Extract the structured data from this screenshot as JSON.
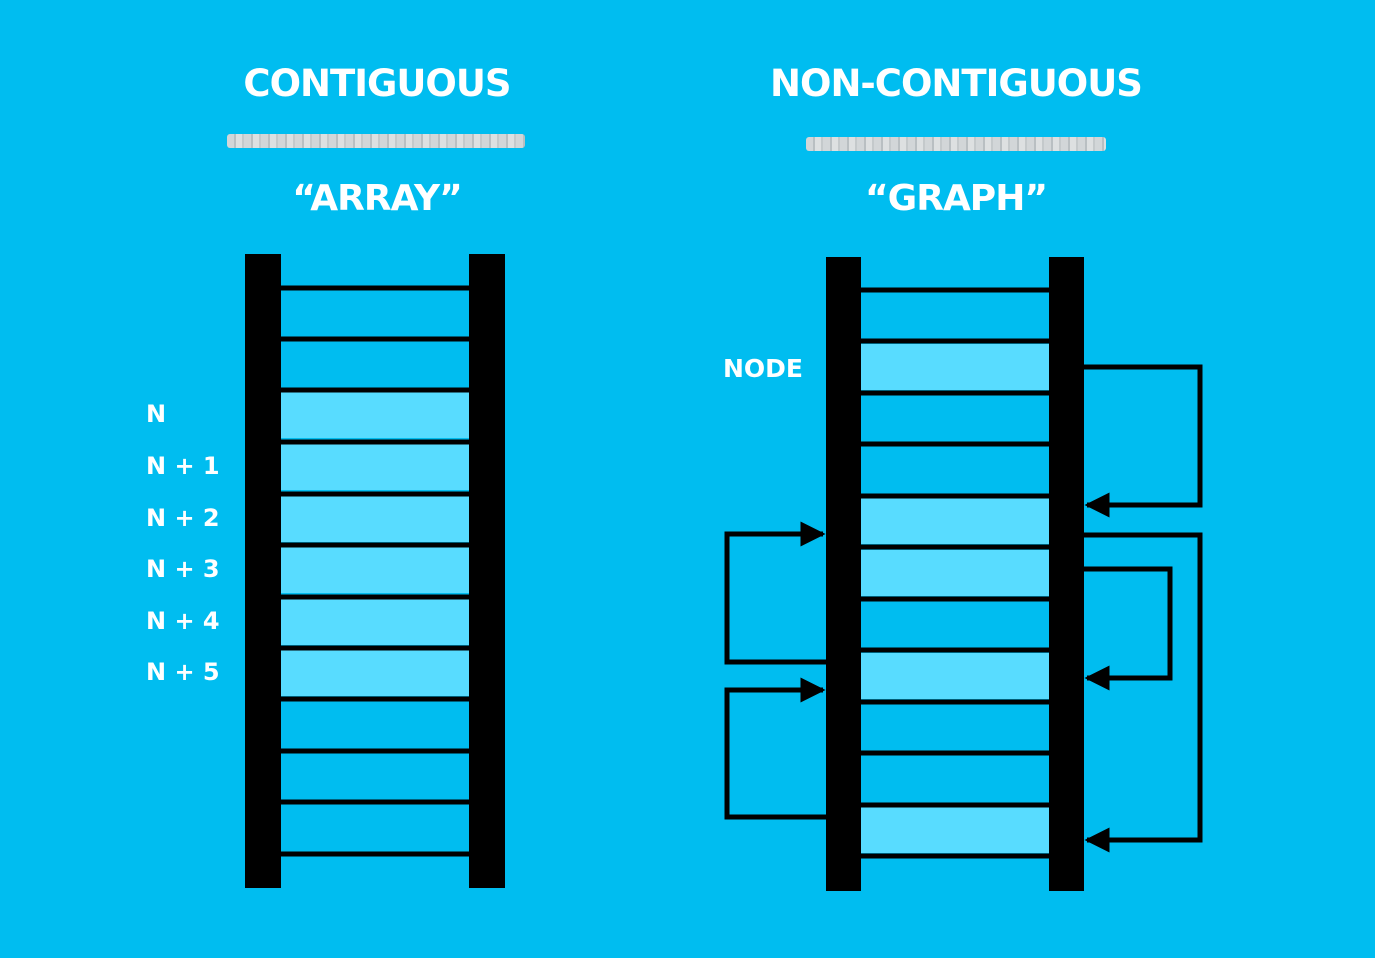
{
  "left": {
    "heading": "CONTIGUOUS",
    "subheading": "“ARRAY”",
    "index_labels": [
      "N",
      "N + 1",
      "N + 2",
      "N + 3",
      "N + 4",
      "N + 5"
    ]
  },
  "right": {
    "heading": "NON-CONTIGUOUS",
    "subheading": "“GRAPH”",
    "node_label": "NODE"
  },
  "colors": {
    "background": "#00BDF0",
    "cell_highlight": "#58DCFF",
    "rail": "#000000",
    "text": "#FFFFFF"
  }
}
